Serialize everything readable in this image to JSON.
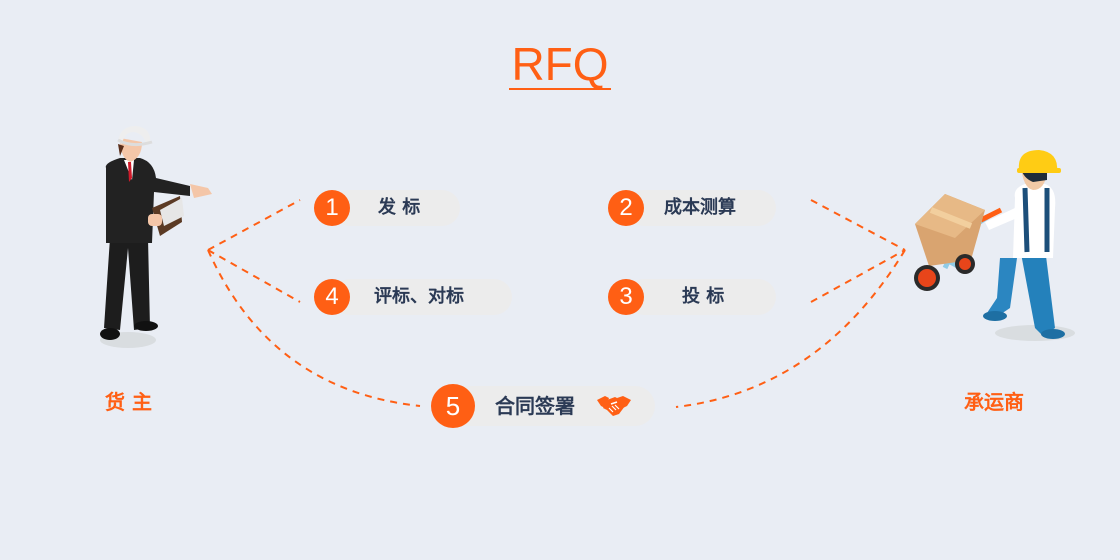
{
  "title": "RFQ",
  "roles": {
    "shipper": "货 主",
    "carrier": "承运商"
  },
  "steps": [
    {
      "num": "1",
      "label": "发 标"
    },
    {
      "num": "2",
      "label": "成本测算"
    },
    {
      "num": "3",
      "label": "投 标"
    },
    {
      "num": "4",
      "label": "评标、对标"
    },
    {
      "num": "5",
      "label": "合同签署",
      "icon": "handshake-icon"
    }
  ],
  "colors": {
    "accent": "#ff5f14",
    "background": "#e9edf4",
    "pill": "#ececec",
    "text": "#2b3a55"
  }
}
